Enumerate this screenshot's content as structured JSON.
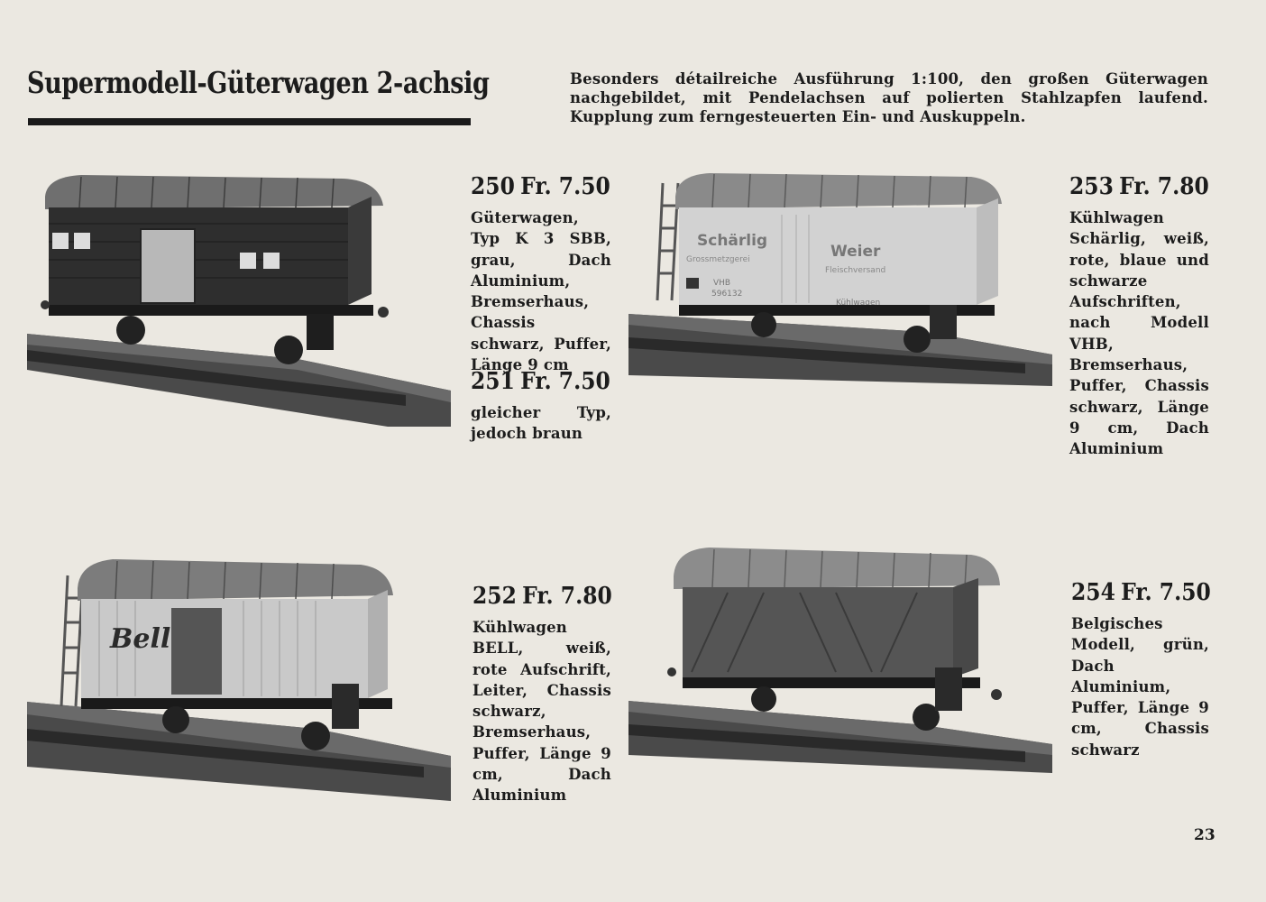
{
  "title": "Supermodell-Güterwagen 2-achsig",
  "intro": "Besonders détailreiche Ausführung 1:100, den großen Güterwagen nachgebildet, mit Pendelachsen auf polierten Stahlzapfen laufend. Kupplung zum ferngesteuerten Ein- und Auskuppeln.",
  "entries": [
    {
      "number": "250",
      "price": "Fr. 7.50",
      "description": "Güterwagen, Typ K 3 SBB, grau, Dach Aluminium, Bremserhaus, Chassis schwarz, Puffer, Länge 9 cm"
    },
    {
      "number": "251",
      "price": "Fr. 7.50",
      "description": "gleicher Typ, jedoch braun"
    },
    {
      "number": "253",
      "price": "Fr. 7.80",
      "description": "Kühlwagen Schärlig, weiß, rote, blaue und schwarze Aufschriften, nach Modell VHB, Bremserhaus, Puffer, Chassis schwarz, Länge 9 cm, Dach Aluminium"
    },
    {
      "number": "252",
      "price": "Fr. 7.80",
      "description": "Kühlwagen BELL, weiß, rote Aufschrift, Leiter, Chassis schwarz, Bremserhaus, Puffer, Länge 9 cm, Dach Aluminium"
    },
    {
      "number": "254",
      "price": "Fr. 7.50",
      "description": "Belgisches Modell, grün, Dach Aluminium, Puffer, Länge 9 cm, Chassis schwarz"
    }
  ],
  "photos": {
    "p250": {
      "icon": "boxcar-photo"
    },
    "p253": {
      "icon": "refrigerator-car-photo",
      "lines": [
        "Schärlig",
        "Weier",
        "Grossmetzgerei",
        "Fleischversand",
        "VHB",
        "596132",
        "Kühlwagen"
      ]
    },
    "p252": {
      "icon": "refrigerator-car-photo",
      "lines": [
        "Bell"
      ]
    },
    "p254": {
      "icon": "boxcar-photo"
    }
  },
  "page_number": "23"
}
